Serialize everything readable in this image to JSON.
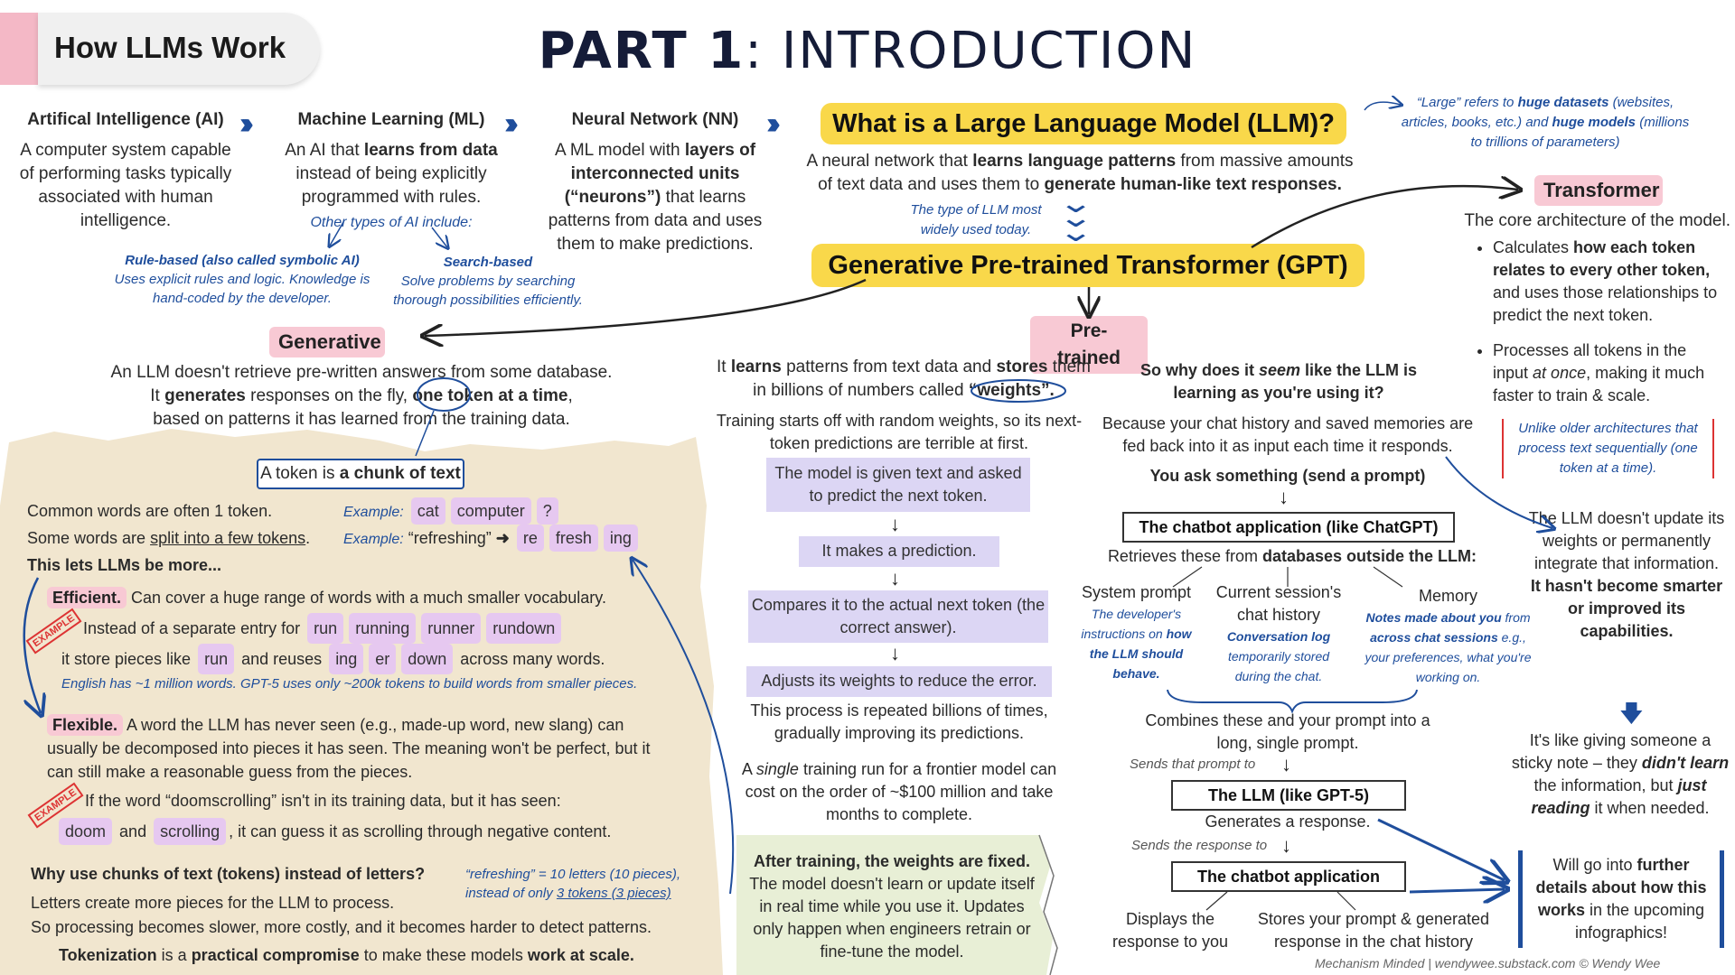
{
  "header": {
    "badge": "How LLMs Work",
    "title_bold": "PART 1",
    "title_rest": ": INTRODUCTION"
  },
  "ai": {
    "title": "Artifical Intelligence (AI)",
    "desc": "A computer system capable of performing tasks typically associated with human intelligence."
  },
  "ml": {
    "title": "Machine Learning (ML)",
    "desc_1": "An AI that ",
    "desc_b": "learns from data",
    "desc_2": " instead of being explicitly programmed with rules.",
    "other": "Other types of AI include:",
    "rule_title": "Rule-based (also called symbolic AI)",
    "rule_desc": "Uses explicit rules and logic. Knowledge is hand-coded by the developer.",
    "search_title": "Search-based",
    "search_desc": "Solve problems by searching thorough possibilities efficiently."
  },
  "nn": {
    "title": "Neural Network (NN)",
    "desc_1": "A ML model with ",
    "desc_b": "layers of interconnected units (“neurons”)",
    "desc_2": " that learns patterns from data and uses them to make predictions."
  },
  "llm": {
    "title": "What is a Large Language Model (LLM)?",
    "desc_1": "A neural network that ",
    "desc_b1": "learns language patterns",
    "desc_2": " from massive amounts of text data and uses them to ",
    "desc_b2": "generate human-like text responses.",
    "large_1": "“Large” refers to ",
    "large_b1": "huge datasets",
    "large_2": " (websites, articles, books, etc.) and ",
    "large_b2": "huge models",
    "large_3": " (millions to trillions of parameters)",
    "type_note": "The type of LLM most widely used today."
  },
  "gpt": {
    "title": "Generative Pre-trained Transformer (GPT)"
  },
  "transformer": {
    "label": "Transformer",
    "desc": "The core architecture of the model.",
    "b1_1": "Calculates ",
    "b1_b": "how each token relates to every other token,",
    "b1_2": " and uses those relationships to predict the next token.",
    "b2_1": "Processes all tokens in the input ",
    "b2_i": "at once",
    "b2_2": ", making it much faster to train & scale.",
    "note": "Unlike older architectures that process text sequentially (one token at a time)."
  },
  "generative": {
    "label": "Generative",
    "l1": "An LLM doesn't retrieve pre-written answers from some database.",
    "l2_1": "It ",
    "l2_b1": "generates",
    "l2_2": " responses on the fly, ",
    "l2_b2": "one token at a time",
    "l2_3": ",",
    "l3": "based on patterns it has learned from the training data."
  },
  "tokens": {
    "box_1": "A token is ",
    "box_b": "a chunk of text",
    "common": "Common words are often 1 token.",
    "example_label": "Example:",
    "ex1": [
      "cat",
      "computer",
      "?"
    ],
    "split_1": "Some words are ",
    "split_u": "split into a few tokens",
    "split_2": ".",
    "ex2_word": "“refreshing”",
    "ex2": [
      "re",
      "fresh",
      "ing"
    ],
    "lets": "This lets LLMs be more...",
    "efficient_label": "Efficient.",
    "efficient_desc": "Can cover a huge range of words with a much smaller vocabulary.",
    "stamp": "EXAMPLE",
    "instead": "Instead of a separate entry for",
    "instead_chips": [
      "run",
      "running",
      "runner",
      "rundown"
    ],
    "store_1": "it store pieces like",
    "store_chip": "run",
    "store_2": "and reuses",
    "store_chips": [
      "ing",
      "er",
      "down"
    ],
    "store_3": "across many words.",
    "english": "English has ~1 million words. GPT-5 uses only ~200k tokens to build words from smaller pieces.",
    "flexible_label": "Flexible.",
    "flexible_desc": "A word the LLM has never seen (e.g., made-up word, new slang) can usually be decomposed into pieces it has seen. The meaning won't be perfect, but it can still make a reasonable guess from the pieces.",
    "doom_line": "If the word “doomscrolling” isn't in its training data, but it has seen:",
    "doom_chip1": "doom",
    "doom_and": "and",
    "doom_chip2": "scrolling",
    "doom_end": ", it can guess it as scrolling through negative content.",
    "why": "Why use chunks of text (tokens) instead of letters?",
    "why_note_1": "“refreshing” = 10 letters (10 pieces),",
    "why_note_2": "instead of only ",
    "why_note_u": "3 tokens (3 pieces)",
    "letters": "Letters create more pieces for the LLM to process.",
    "slower": "So processing becomes slower, more costly, and it becomes harder to detect patterns.",
    "comp_b1": "Tokenization",
    "comp_1": " is a ",
    "comp_b2": "practical compromise",
    "comp_2": " to make these models ",
    "comp_b3": "work at scale."
  },
  "pretrained": {
    "label": "Pre-trained",
    "l1_1": "It ",
    "l1_b1": "learns",
    "l1_2": " patterns from text data and ",
    "l1_b2": "stores",
    "l1_3": " them",
    "l2_1": "in billions of numbers called ",
    "l2_b": "“weights”.",
    "random": "Training starts off with random weights, so its next-token predictions are terrible at first.",
    "step1": "The model is given text and asked to predict the next token.",
    "step2": "It makes a prediction.",
    "step3": "Compares it to the actual next token (the correct answer).",
    "step4": "Adjusts its weights to reduce the error.",
    "repeat": "This process is repeated billions of times, gradually improving its predictions.",
    "cost_1": "A ",
    "cost_i": "single",
    "cost_2": " training run for a frontier model can cost on the order of ~$100 million and take months to complete.",
    "fixed_title": "After training, the weights are fixed.",
    "fixed_desc": "The model doesn't learn or update itself in real time while you use it. Updates only happen when engineers retrain or fine-tune the model."
  },
  "chat": {
    "q_1": "So why does it ",
    "q_i": "seem",
    "q_2": " like the LLM is learning as you're using it?",
    "because": "Because your chat history and saved memories are fed back into it as input each time it responds.",
    "ask": "You ask something (send a prompt)",
    "app": "The chatbot application (like ChatGPT)",
    "retrieves_1": "Retrieves these from ",
    "retrieves_b": "databases outside the LLM:",
    "sys_title": "System prompt",
    "sys_desc": "The developer's instructions on ",
    "sys_b": "how the LLM should behave.",
    "cur_title": "Current session's chat history",
    "cur_b": "Conversation log",
    "cur_desc": " temporarily stored during the chat.",
    "mem_title": "Memory",
    "mem_b1": "Notes made about you",
    "mem_1": " from ",
    "mem_b2": "across chat sessions",
    "mem_2": " e.g., your preferences, what you're working on.",
    "combine": "Combines these and your prompt into a long, single prompt.",
    "sends": "Sends that prompt to",
    "llm_box": "The LLM (like GPT-5)",
    "generates": "Generates a response.",
    "sends_resp": "Sends the response to",
    "app2": "The chatbot application",
    "display": "Displays the response to you",
    "stores": "Stores your prompt & generated response in the chat history"
  },
  "right": {
    "no_update_1": "The LLM doesn't update its weights or permanently integrate that information. ",
    "no_update_b": "It hasn't become smarter or improved its capabilities.",
    "sticky_1": "It's like giving someone a sticky note – they ",
    "sticky_b1": "didn't learn",
    "sticky_2": " the information, but ",
    "sticky_b2": "just reading",
    "sticky_3": " it when needed.",
    "further_1": "Will go into ",
    "further_b1": "further details about how this works",
    "further_2": " in the upcoming infographics!"
  },
  "footer": "Mechanism Minded | wendywee.substack.com © Wendy Wee",
  "colors": {
    "pink": "#f8c9d4",
    "yellow": "#f9d84a",
    "lavender": "#dcd6f4",
    "chip": "#e6c8f0",
    "blue": "#1f4e9c",
    "paper": "#f1e6cf"
  }
}
